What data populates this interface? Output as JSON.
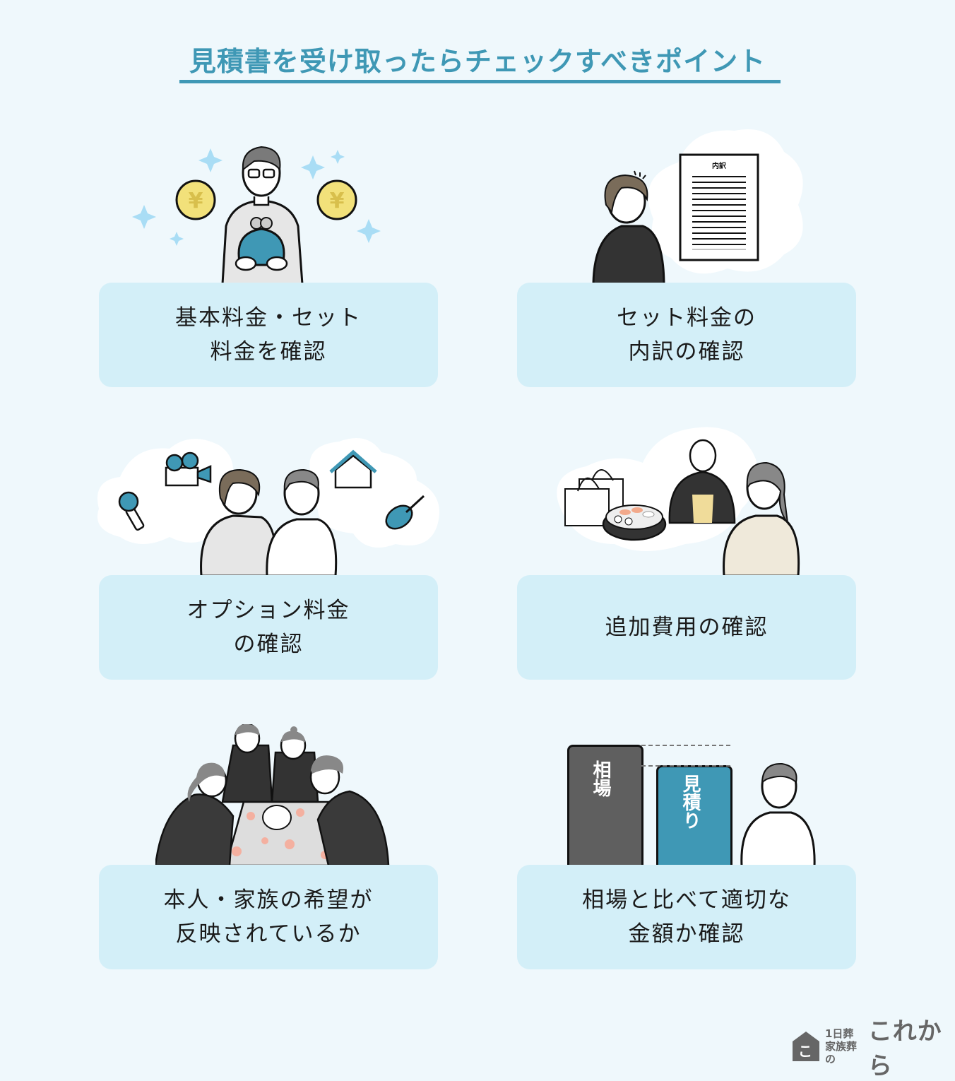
{
  "header": {
    "title": "見積書を受け取ったらチェックすべきポイント"
  },
  "colors": {
    "background": "#EFF8FC",
    "card": "#D3EFF8",
    "accent": "#3F98B5",
    "dark_bar": "#5F5F5F"
  },
  "points": [
    {
      "label": "基本料金・セット\n料金を確認",
      "icon": "man-with-coin-purse-icon"
    },
    {
      "label": "セット料金の\n内訳の確認",
      "icon": "woman-with-breakdown-document-icon"
    },
    {
      "label": "オプション料金\nの確認",
      "icon": "couple-thinking-options-icon"
    },
    {
      "label": "追加費用の確認",
      "icon": "woman-thinking-extra-costs-icon"
    },
    {
      "label": "本人・家族の希望が\n反映されているか",
      "icon": "family-around-coffin-icon"
    },
    {
      "label": "相場と比べて適切な\n金額か確認",
      "icon": "price-comparison-bars-icon"
    }
  ],
  "illustrations": {
    "document_heading": "内訳",
    "bar_market": "相場",
    "bar_estimate": "見積り",
    "coin_symbol": "¥"
  },
  "logo": {
    "line1": "1日葬",
    "line2": "家族葬の",
    "brand": "これから",
    "house_glyph": "こ"
  }
}
